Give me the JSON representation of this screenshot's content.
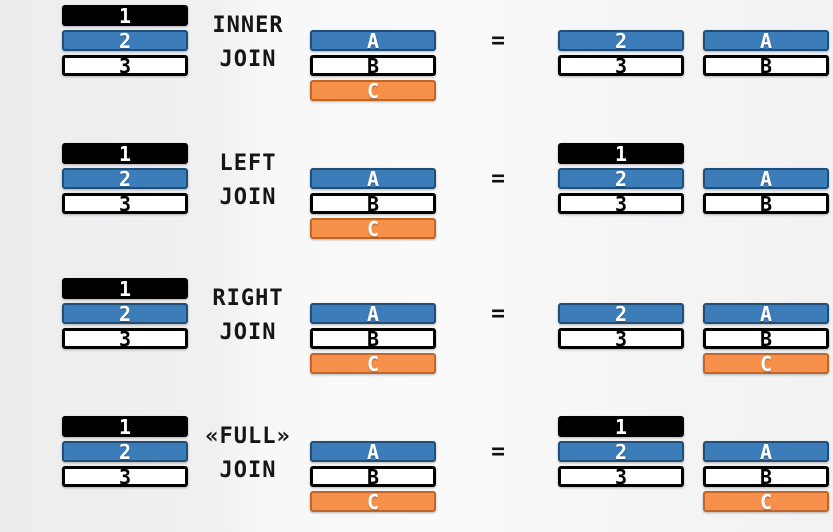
{
  "diagram": {
    "equals": "=",
    "colors": {
      "background": "#f4f4f5",
      "black_fill": "#000000",
      "blue_fill": "#3c7cb9",
      "blue_border": "#1f4e79",
      "orange_fill": "#f6904a",
      "orange_border": "#c0662b",
      "white_fill": "#ffffff",
      "white_border": "#000000",
      "text_light": "#ffffff",
      "text_dark": "#000000"
    },
    "groups": [
      {
        "id": "inner-join",
        "label_line1": "INNER",
        "label_line2": "JOIN",
        "left_table": {
          "rows": [
            {
              "text": "1",
              "color": "black",
              "slot": 0
            },
            {
              "text": "2",
              "color": "blue",
              "slot": 1
            },
            {
              "text": "3",
              "color": "white",
              "slot": 2
            }
          ]
        },
        "right_table": {
          "rows": [
            {
              "text": "A",
              "color": "blue",
              "slot": 1
            },
            {
              "text": "B",
              "color": "white",
              "slot": 2
            },
            {
              "text": "C",
              "color": "orange",
              "slot": 3
            }
          ]
        },
        "result_left": {
          "rows": [
            {
              "text": "2",
              "color": "blue",
              "slot": 1
            },
            {
              "text": "3",
              "color": "white",
              "slot": 2
            }
          ]
        },
        "result_right": {
          "rows": [
            {
              "text": "A",
              "color": "blue",
              "slot": 1
            },
            {
              "text": "B",
              "color": "white",
              "slot": 2
            }
          ]
        }
      },
      {
        "id": "left-join",
        "label_line1": "LEFT",
        "label_line2": "JOIN",
        "left_table": {
          "rows": [
            {
              "text": "1",
              "color": "black",
              "slot": 0
            },
            {
              "text": "2",
              "color": "blue",
              "slot": 1
            },
            {
              "text": "3",
              "color": "white",
              "slot": 2
            }
          ]
        },
        "right_table": {
          "rows": [
            {
              "text": "A",
              "color": "blue",
              "slot": 1
            },
            {
              "text": "B",
              "color": "white",
              "slot": 2
            },
            {
              "text": "C",
              "color": "orange",
              "slot": 3
            }
          ]
        },
        "result_left": {
          "rows": [
            {
              "text": "1",
              "color": "black",
              "slot": 0
            },
            {
              "text": "2",
              "color": "blue",
              "slot": 1
            },
            {
              "text": "3",
              "color": "white",
              "slot": 2
            }
          ]
        },
        "result_right": {
          "rows": [
            {
              "text": "A",
              "color": "blue",
              "slot": 1
            },
            {
              "text": "B",
              "color": "white",
              "slot": 2
            }
          ]
        }
      },
      {
        "id": "right-join",
        "label_line1": "RIGHT",
        "label_line2": "JOIN",
        "left_table": {
          "rows": [
            {
              "text": "1",
              "color": "black",
              "slot": 0
            },
            {
              "text": "2",
              "color": "blue",
              "slot": 1
            },
            {
              "text": "3",
              "color": "white",
              "slot": 2
            }
          ]
        },
        "right_table": {
          "rows": [
            {
              "text": "A",
              "color": "blue",
              "slot": 1
            },
            {
              "text": "B",
              "color": "white",
              "slot": 2
            },
            {
              "text": "C",
              "color": "orange",
              "slot": 3
            }
          ]
        },
        "result_left": {
          "rows": [
            {
              "text": "2",
              "color": "blue",
              "slot": 1
            },
            {
              "text": "3",
              "color": "white",
              "slot": 2
            }
          ]
        },
        "result_right": {
          "rows": [
            {
              "text": "A",
              "color": "blue",
              "slot": 1
            },
            {
              "text": "B",
              "color": "white",
              "slot": 2
            },
            {
              "text": "C",
              "color": "orange",
              "slot": 3
            }
          ]
        }
      },
      {
        "id": "full-join",
        "label_line1": "«FULL»",
        "label_line2": "JOIN",
        "left_table": {
          "rows": [
            {
              "text": "1",
              "color": "black",
              "slot": 0
            },
            {
              "text": "2",
              "color": "blue",
              "slot": 1
            },
            {
              "text": "3",
              "color": "white",
              "slot": 2
            }
          ]
        },
        "right_table": {
          "rows": [
            {
              "text": "A",
              "color": "blue",
              "slot": 1
            },
            {
              "text": "B",
              "color": "white",
              "slot": 2
            },
            {
              "text": "C",
              "color": "orange",
              "slot": 3
            }
          ]
        },
        "result_left": {
          "rows": [
            {
              "text": "1",
              "color": "black",
              "slot": 0
            },
            {
              "text": "2",
              "color": "blue",
              "slot": 1
            },
            {
              "text": "3",
              "color": "white",
              "slot": 2
            }
          ]
        },
        "result_right": {
          "rows": [
            {
              "text": "A",
              "color": "blue",
              "slot": 1
            },
            {
              "text": "B",
              "color": "white",
              "slot": 2
            },
            {
              "text": "C",
              "color": "orange",
              "slot": 3
            }
          ]
        }
      }
    ]
  }
}
